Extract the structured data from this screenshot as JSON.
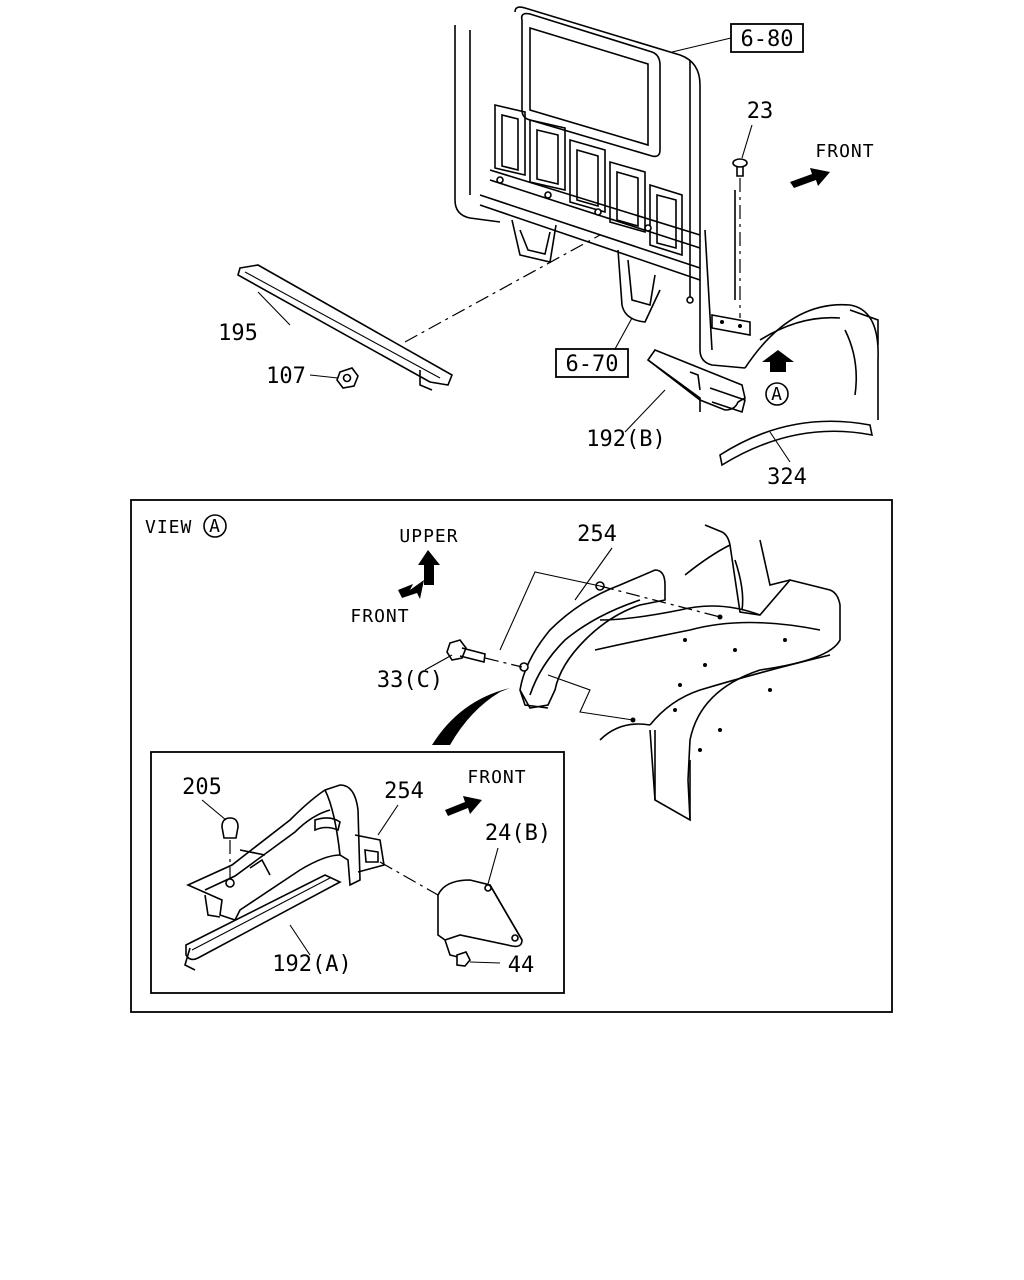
{
  "labels": {
    "ref_6_80": "6-80",
    "ref_6_70": "6-70",
    "p23": "23",
    "p195": "195",
    "p107": "107",
    "p192b": "192(B)",
    "p324": "324",
    "p254_main": "254",
    "p33c": "33(C)",
    "p205": "205",
    "p254_detail": "254",
    "p24b": "24(B)",
    "p192a": "192(A)",
    "p44": "44"
  },
  "directions": {
    "front_top": "FRONT",
    "upper": "UPPER",
    "front_view": "FRONT",
    "front_detail": "FRONT"
  },
  "view": {
    "title": "VIEW",
    "marker": "A"
  },
  "markers": {
    "a_top": "A"
  }
}
